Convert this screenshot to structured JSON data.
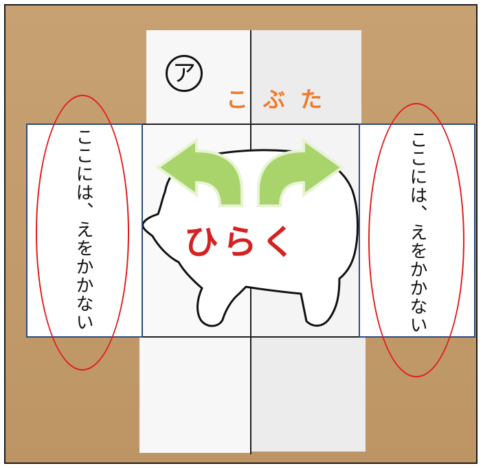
{
  "lid": {
    "marker": "ア",
    "title": "こぶた"
  },
  "center": {
    "action_label": "ひらく"
  },
  "side_panels": {
    "left_text": "ここには、えをかかない",
    "right_text": "ここには、えをかかない"
  },
  "colors": {
    "board": "#c29b6b",
    "panel_border": "#2e4a7a",
    "oval": "#e21b1b",
    "arrow_fill": "#a9d46b",
    "title_orange": "#f07a2a",
    "action_red": "#d42222"
  }
}
